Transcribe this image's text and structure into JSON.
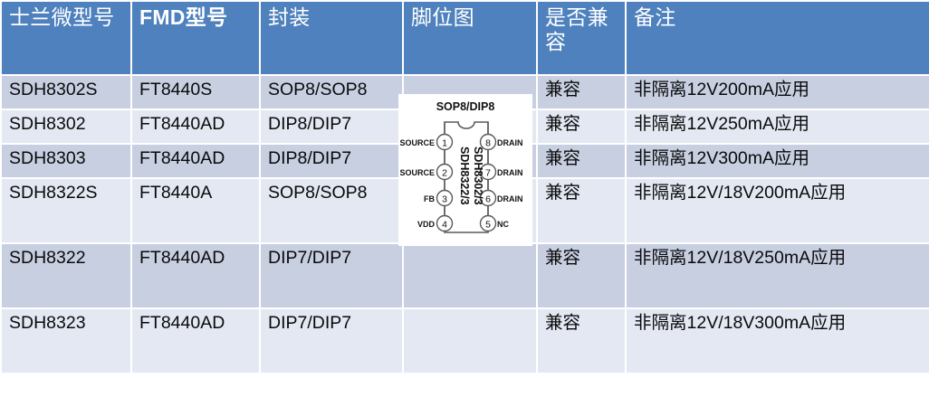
{
  "table": {
    "headers": [
      "士兰微型号",
      "FMD型号",
      "封装",
      "脚位图",
      "是否兼容",
      "备注"
    ],
    "rows": [
      {
        "sl_model": "SDH8302S",
        "fmd_model": "FT8440S",
        "package": "SOP8/SOP8",
        "pinout": "",
        "compatible": "兼容",
        "remark": "非隔离12V200mA应用"
      },
      {
        "sl_model": "SDH8302",
        "fmd_model": "FT8440AD",
        "package": "DIP8/DIP7",
        "pinout": "",
        "compatible": "兼容",
        "remark": "非隔离12V250mA应用"
      },
      {
        "sl_model": "SDH8303",
        "fmd_model": "FT8440AD",
        "package": "DIP8/DIP7",
        "pinout": "",
        "compatible": "兼容",
        "remark": "非隔离12V300mA应用"
      },
      {
        "sl_model": "SDH8322S",
        "fmd_model": "FT8440A",
        "package": "SOP8/SOP8",
        "pinout": "",
        "compatible": "兼容",
        "remark": "非隔离12V/18V200mA应用"
      },
      {
        "sl_model": "SDH8322",
        "fmd_model": "FT8440AD",
        "package": "DIP7/DIP7",
        "pinout": "",
        "compatible": "兼容",
        "remark": "非隔离12V/18V250mA应用"
      },
      {
        "sl_model": "SDH8323",
        "fmd_model": "FT8440AD",
        "package": "DIP7/DIP7",
        "pinout": "",
        "compatible": "兼容",
        "remark": "非隔离12V/18V300mA应用"
      }
    ]
  },
  "pin_diagram": {
    "title": "SOP8/DIP8",
    "body_label_left": "SDH8322/3",
    "body_label_right": "SDH8302/3",
    "left_pins": [
      {
        "number": "1",
        "name": "SOURCE"
      },
      {
        "number": "2",
        "name": "SOURCE"
      },
      {
        "number": "3",
        "name": "FB"
      },
      {
        "number": "4",
        "name": "VDD"
      }
    ],
    "right_pins": [
      {
        "number": "8",
        "name": "DRAIN"
      },
      {
        "number": "7",
        "name": "DRAIN"
      },
      {
        "number": "6",
        "name": "DRAIN"
      },
      {
        "number": "5",
        "name": "NC"
      }
    ]
  },
  "colors": {
    "header_fill": "#4E81BD",
    "header_text": "#FFFFFF",
    "band_dark": "#C7CFE1",
    "band_light": "#E3E8F3",
    "body_text": "#0A0A0A",
    "diagram_bg": "#FFFFFF",
    "diagram_line": "#5A5A5A"
  }
}
